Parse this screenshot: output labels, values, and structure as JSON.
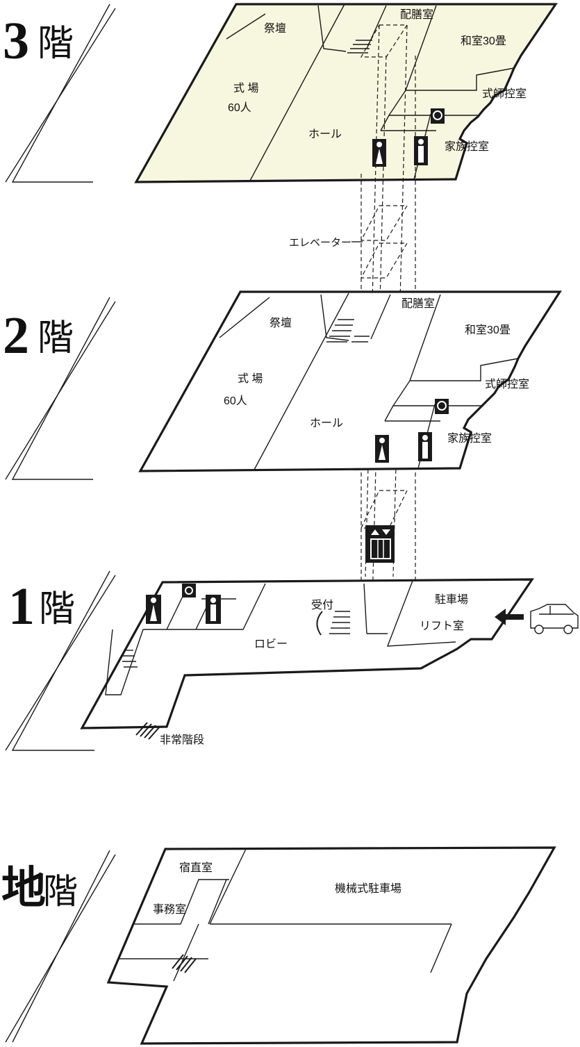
{
  "floors": {
    "f3": {
      "num": "3",
      "kanji": "階",
      "rooms": {
        "altar": "祭壇",
        "serving": "配膳室",
        "japanese_room": "和室30畳",
        "ceremony": "式 場",
        "capacity": "60人",
        "hall": "ホール",
        "priest_room": "式師控室",
        "family_room": "家族控室"
      }
    },
    "f2": {
      "num": "2",
      "kanji": "階",
      "rooms": {
        "altar": "祭壇",
        "serving": "配膳室",
        "japanese_room": "和室30畳",
        "ceremony": "式 場",
        "capacity": "60人",
        "hall": "ホール",
        "priest_room": "式師控室",
        "family_room": "家族控室"
      }
    },
    "f1": {
      "num": "1",
      "kanji": "階",
      "rooms": {
        "reception": "受付",
        "lobby": "ロビー",
        "parking": "駐車場",
        "lift_room": "リフト室",
        "emergency_stairs": "非常階段"
      }
    },
    "b1": {
      "num": "地",
      "kanji": "階",
      "rooms": {
        "night_duty": "宿直室",
        "office": "事務室",
        "mechanical_parking": "機械式駐車場"
      }
    }
  },
  "elevator_label": "エレベーター",
  "colors": {
    "upper_floor_fill": "#f7f6df",
    "line": "#1a1a1a",
    "background": "#ffffff"
  },
  "icons": [
    "female-restroom-icon",
    "male-restroom-icon",
    "wheelchair-icon",
    "elevator-icon",
    "car-icon",
    "arrow-icon"
  ]
}
